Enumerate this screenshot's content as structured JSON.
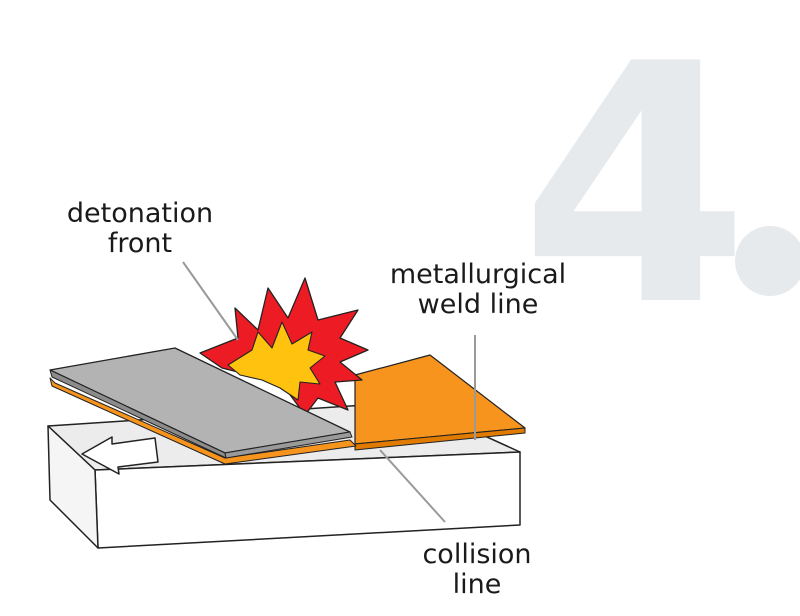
{
  "step": {
    "number": "4",
    "color": "#e7eaed"
  },
  "labels": {
    "detonation_front": [
      "detonation",
      "front"
    ],
    "weld_line": [
      "metallurgical",
      "weld line"
    ],
    "collision_line": [
      "collision",
      "line"
    ]
  },
  "colors": {
    "base_block_top": "#ececec",
    "base_block_side": "#ffffff",
    "cladding_plate_top": "#b3b3b3",
    "cladding_plate_edge": "#8c8c8c",
    "welded_plate": "#f7941d",
    "welded_plate_edge": "#e07b00",
    "explosion_outer": "#ed1c24",
    "explosion_inner": "#ffc20e",
    "leader_line": "#9a9a9a",
    "arrow_fill": "#ffffff",
    "outline": "#222222"
  }
}
